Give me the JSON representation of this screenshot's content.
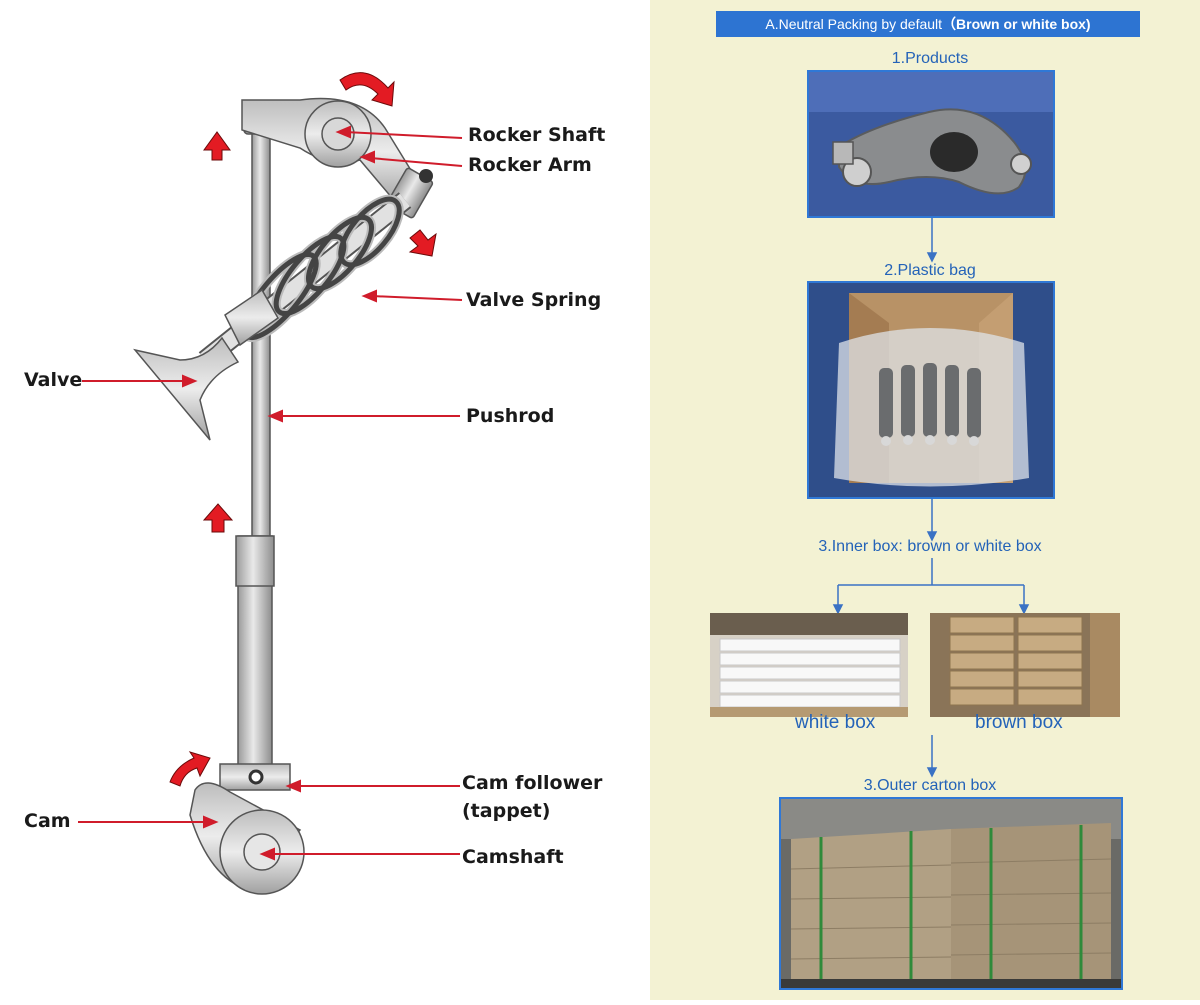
{
  "diagram": {
    "labels": {
      "rocker_shaft": "Rocker Shaft",
      "rocker_arm": "Rocker Arm",
      "valve_spring": "Valve Spring",
      "valve": "Valve",
      "pushrod": "Pushrod",
      "cam_follower": "Cam follower",
      "tappet": "(tappet)",
      "cam": "Cam",
      "camshaft": "Camshaft"
    },
    "colors": {
      "arrow": "#e31b23",
      "metal": "#c9c9c9",
      "outline": "#444444"
    }
  },
  "packing": {
    "banner_prefix": "A.Neutral Packing by default",
    "banner_bold": "（Brown or white box)",
    "step_products": "1.Products",
    "step_plastic_bag": "2.Plastic bag",
    "step_inner_box": "3.Inner box: brown or white box",
    "white_box": "white box",
    "brown_box": "brown box",
    "step_outer": "3.Outer carton box",
    "colors": {
      "banner": "#2d74d2",
      "text": "#2463b8",
      "background": "#f3f2d3"
    }
  }
}
